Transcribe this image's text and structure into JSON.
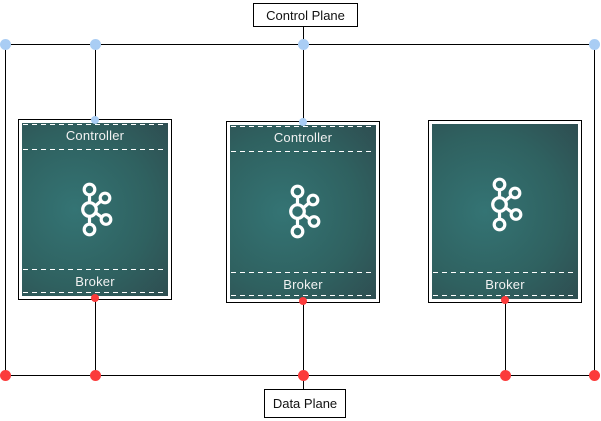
{
  "planes": {
    "control": {
      "label": "Control Plane",
      "dot_color": "#a9cdf4"
    },
    "data": {
      "label": "Data Plane",
      "dot_color": "#fb3b3b"
    }
  },
  "nodes": [
    {
      "controller_label": "Controller",
      "broker_label": "Broker",
      "icon": "kafka-logo-icon"
    },
    {
      "controller_label": "Controller",
      "broker_label": "Broker",
      "icon": "kafka-logo-icon"
    },
    {
      "broker_label": "Broker",
      "icon": "kafka-logo-icon"
    }
  ],
  "colors": {
    "connector_line": "#000000",
    "node_border": "#ffffff",
    "node_gradient_teal": "#347474",
    "node_gradient_dark": "#2e3d44",
    "section_divider": "#ffffff",
    "plane_label_bg": "#ffffff",
    "plane_label_text": "#111111",
    "node_text": "#f2f2f2"
  }
}
